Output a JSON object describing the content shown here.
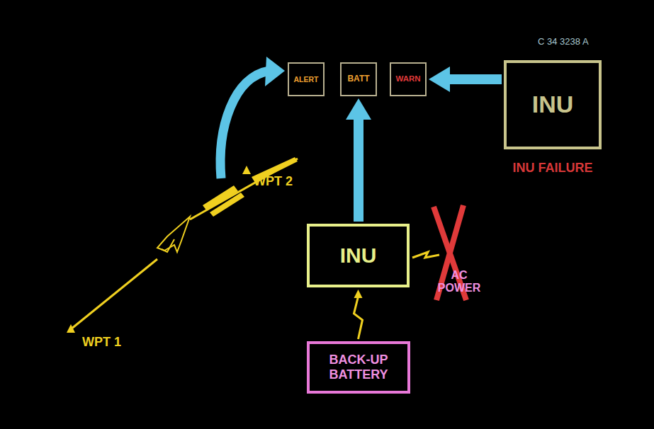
{
  "diagram": {
    "nodes": [
      {
        "text": [
          "ALERT"
        ]
      },
      {
        "text": [
          "BATT"
        ]
      },
      {
        "text": [
          "WARN"
        ]
      },
      {
        "text": [
          "INU"
        ]
      },
      {
        "text": [
          "INU"
        ]
      },
      {
        "text": [
          "BACK-UP BATTERY"
        ]
      }
    ],
    "edges": [
      {
        "from": 3,
        "to": 2,
        "arrow": "to"
      },
      {
        "from": 4,
        "to": 1,
        "arrow": "to"
      },
      {
        "from": 5,
        "to": 4,
        "arrow": "to"
      }
    ],
    "labels": [
      "C 34 3238 A",
      "INU FAILURE",
      "WPT 2",
      "WPT 1",
      "AC POWER"
    ]
  }
}
